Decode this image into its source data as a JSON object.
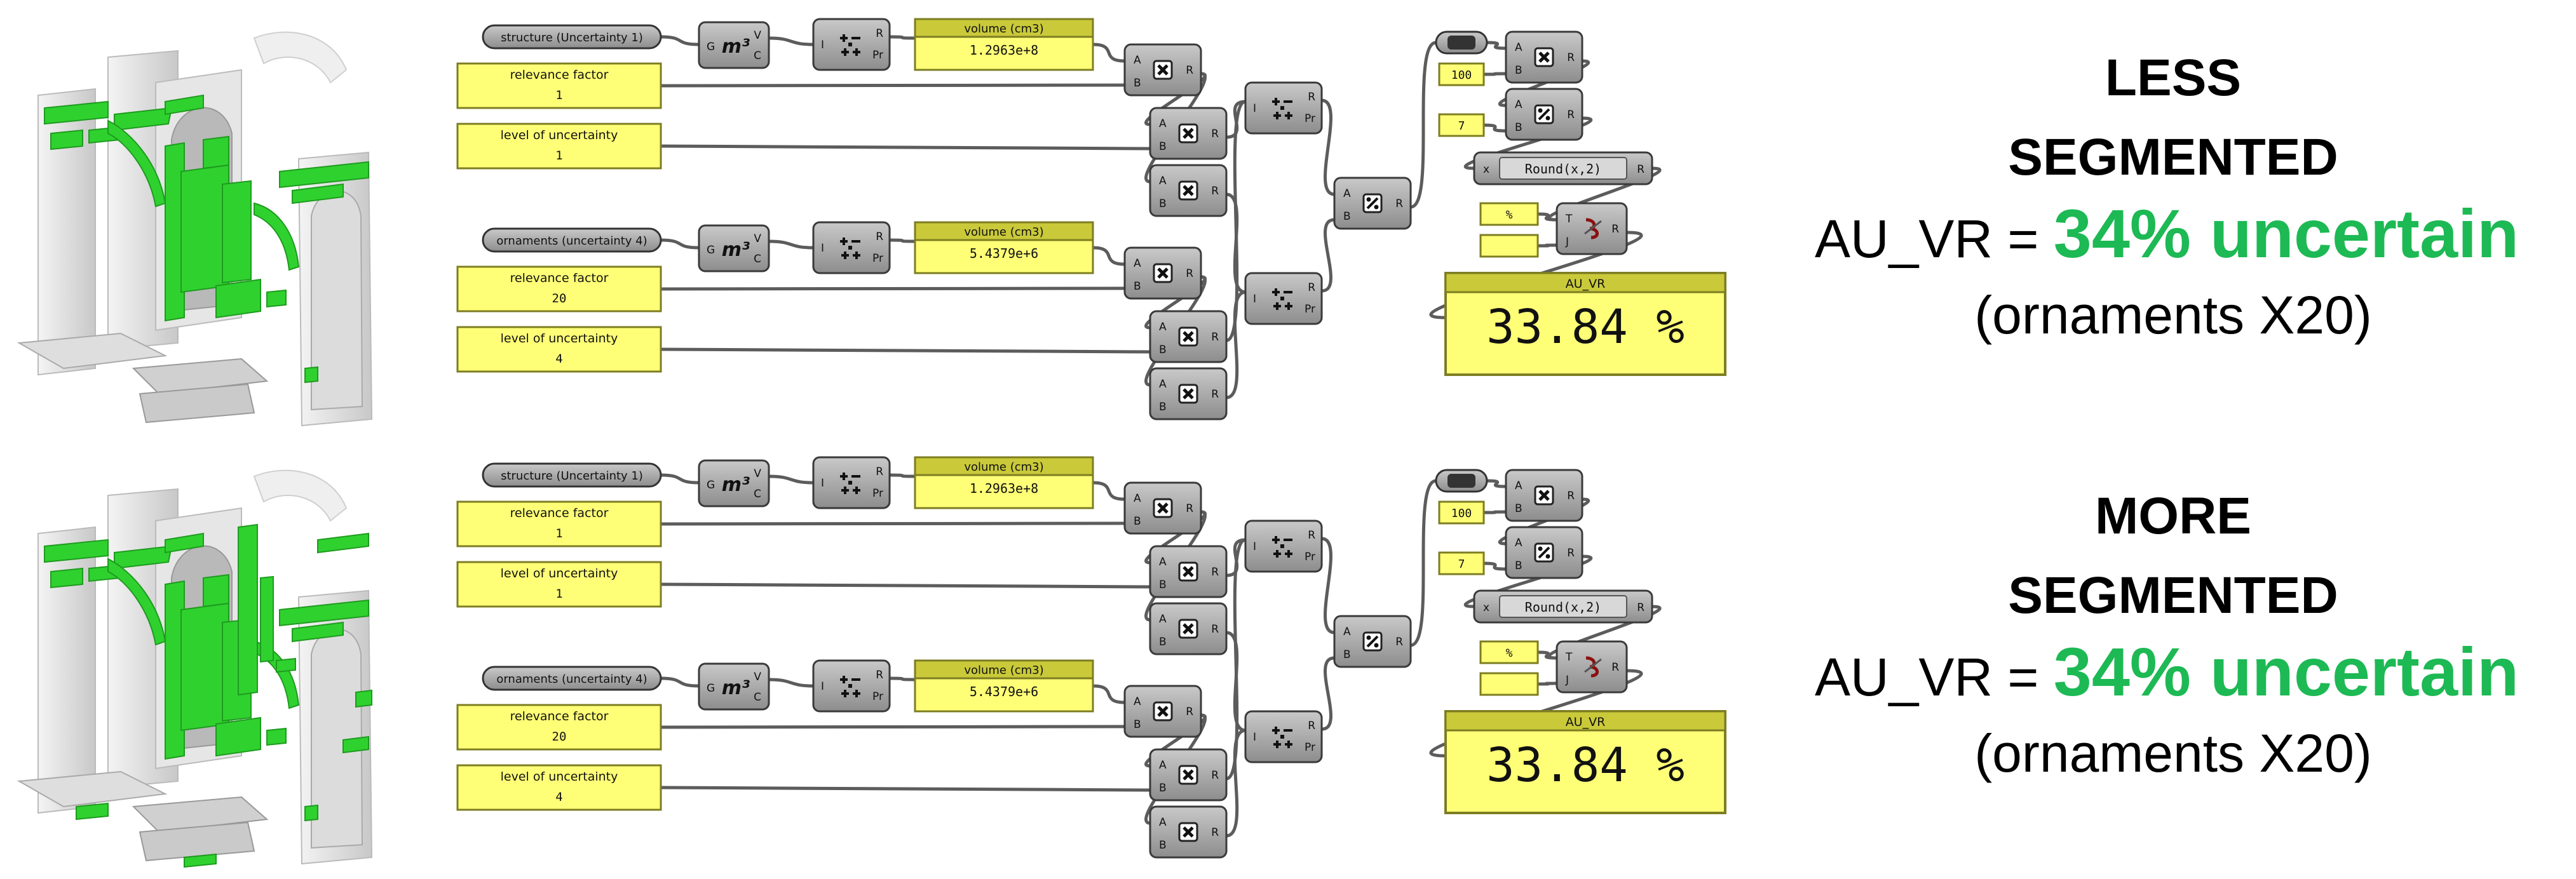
{
  "colors": {
    "accent_green": "#1db954",
    "model_green": "#2fd12f",
    "panel_yellow": "#ffff77",
    "panel_border": "#7d7d22",
    "component_grey": "#a6a6a6",
    "wire_grey": "#5c5c5c"
  },
  "panels": [
    {
      "heading_line1": "LESS",
      "heading_line2": "SEGMENTED",
      "result_prefix": "AU_VR = ",
      "result_value": "34% uncertain",
      "result_note": "(ornaments X20)",
      "definition": {
        "inputs": [
          {
            "label": "structure (Uncertainty 1)",
            "volume_title": "volume (cm3)",
            "volume_value": "1.2963e+8",
            "relevance_title": "relevance factor",
            "relevance_value": "1",
            "uncertainty_title": "level of uncertainty",
            "uncertainty_value": "1"
          },
          {
            "label": "ornaments (uncertainty 4)",
            "volume_title": "volume (cm3)",
            "volume_value": "5.4379e+6",
            "relevance_title": "relevance factor",
            "relevance_value": "20",
            "uncertainty_title": "level of uncertainty",
            "uncertainty_value": "4"
          }
        ],
        "constant_100": "100",
        "constant_7": "7",
        "expression": "Round(x,2)",
        "percent_symbol": "%",
        "result_panel_title": "AU_VR",
        "result_panel_value": "33.84 %"
      }
    },
    {
      "heading_line1": "MORE",
      "heading_line2": "SEGMENTED",
      "result_prefix": "AU_VR = ",
      "result_value": "34% uncertain",
      "result_note": "(ornaments X20)",
      "definition": {
        "inputs": [
          {
            "label": "structure (Uncertainty 1)",
            "volume_title": "volume (cm3)",
            "volume_value": "1.2963e+8",
            "relevance_title": "relevance factor",
            "relevance_value": "1",
            "uncertainty_title": "level of uncertainty",
            "uncertainty_value": "1"
          },
          {
            "label": "ornaments (uncertainty 4)",
            "volume_title": "volume (cm3)",
            "volume_value": "5.4379e+6",
            "relevance_title": "relevance factor",
            "relevance_value": "20",
            "uncertainty_title": "level of uncertainty",
            "uncertainty_value": "4"
          }
        ],
        "constant_100": "100",
        "constant_7": "7",
        "expression": "Round(x,2)",
        "percent_symbol": "%",
        "result_panel_title": "AU_VR",
        "result_panel_value": "33.84 %"
      }
    }
  ],
  "ports": {
    "geo": "G",
    "volume": "V",
    "centroid": "C",
    "list_in": "I",
    "sum_out": "R",
    "partial": "Pr",
    "a": "A",
    "b": "B",
    "r": "R",
    "x": "x",
    "t": "T",
    "j": "J"
  },
  "icons": {
    "volume": "volume-m3-icon",
    "mass_addition": "mass-addition-icon",
    "multiplication": "multiplication-icon",
    "division": "division-icon",
    "concatenate": "concatenate-icon",
    "merge": "merge-icon"
  }
}
